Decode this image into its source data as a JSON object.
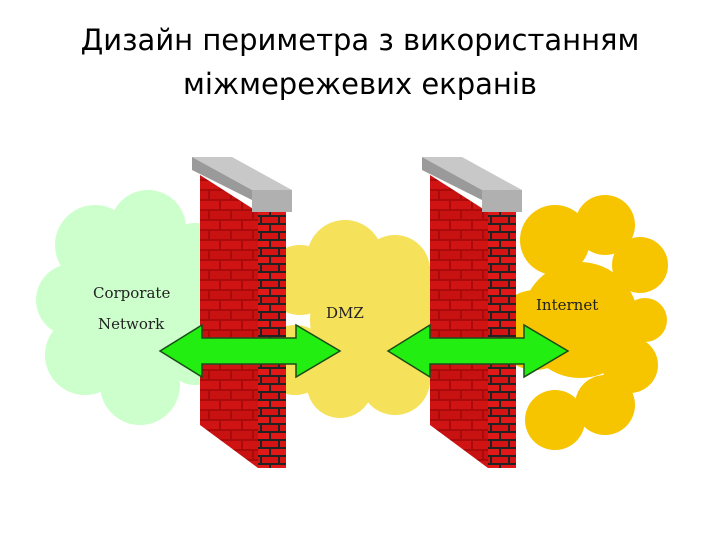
{
  "title": {
    "line1": "Дизайн периметра з використанням",
    "line2": "міжмережевих екранів"
  },
  "diagram": {
    "zones": [
      {
        "id": "corporate",
        "label_lines": [
          "Corporate",
          "Network"
        ],
        "color": "#ccffcc"
      },
      {
        "id": "dmz",
        "label_lines": [
          "DMZ"
        ],
        "color": "#f5e15a"
      },
      {
        "id": "internet",
        "label_lines": [
          "Internet"
        ],
        "color": "#f7c400"
      }
    ],
    "firewalls": [
      {
        "id": "firewall-1",
        "brick_color": "#cc1010",
        "cap_color": "#bdbdbd"
      },
      {
        "id": "firewall-2",
        "brick_color": "#cc1010",
        "cap_color": "#bdbdbd"
      }
    ],
    "arrows": [
      {
        "id": "corporate-dmz",
        "direction": "bidirectional",
        "color": "#22ee11"
      },
      {
        "id": "dmz-internet",
        "direction": "bidirectional",
        "color": "#22ee11"
      }
    ]
  }
}
